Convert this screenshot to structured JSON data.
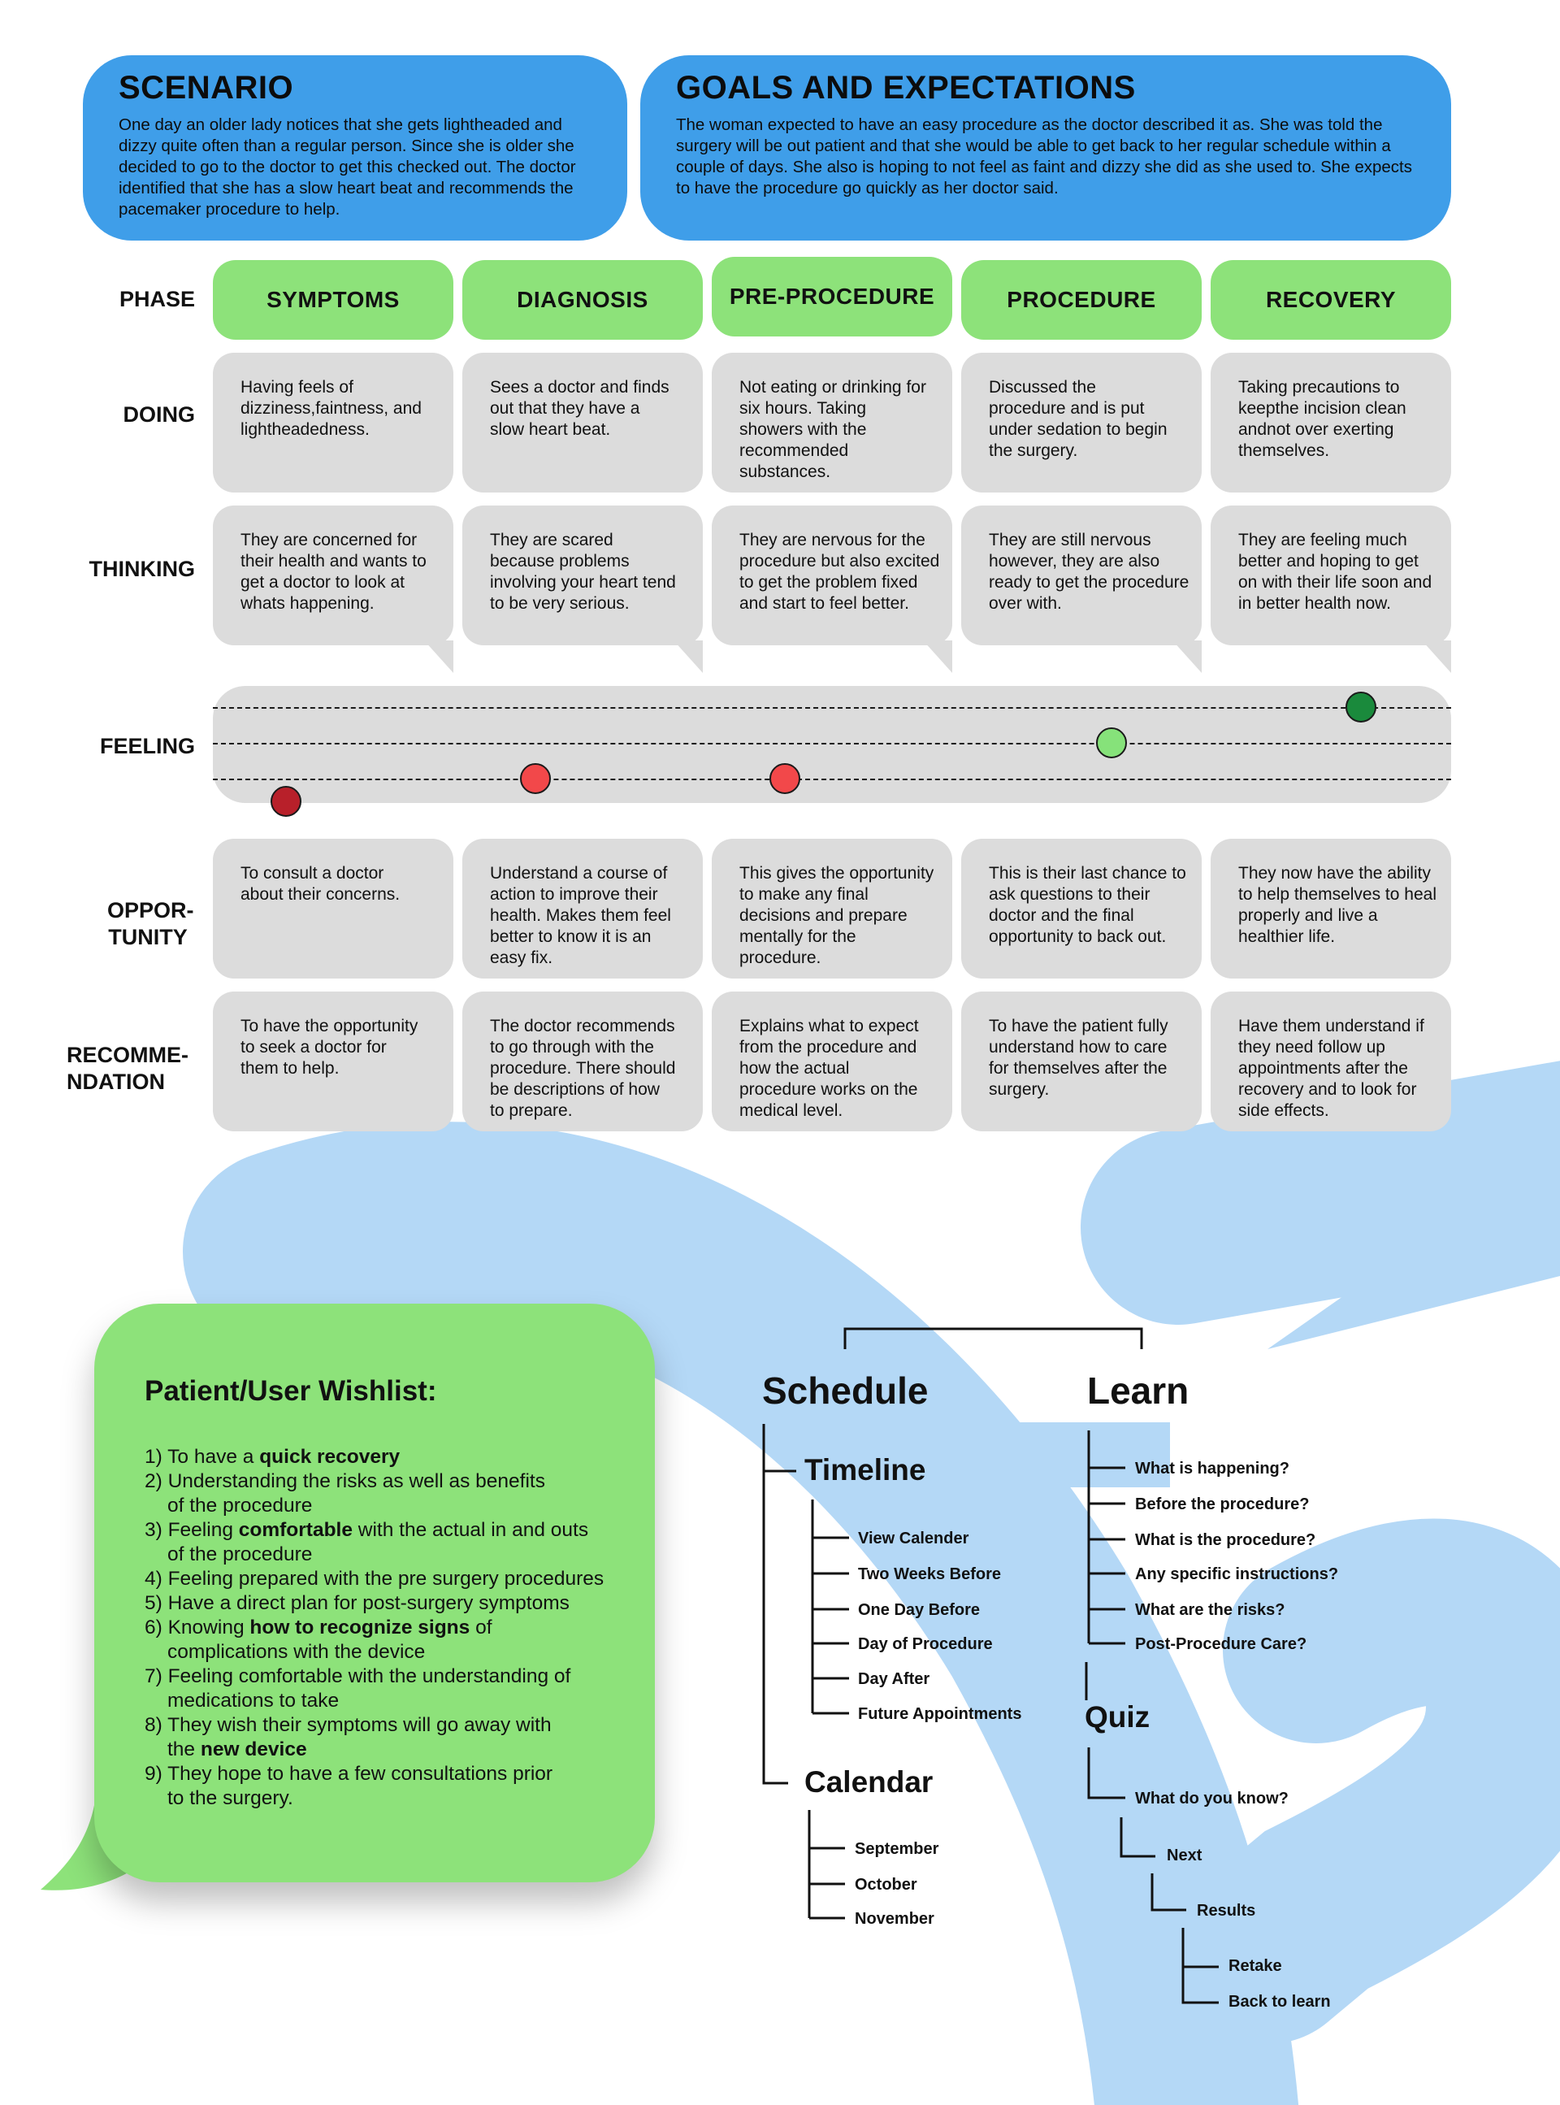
{
  "scenario": {
    "title": "SCENARIO",
    "text": "One day an older lady notices that she gets lightheaded and dizzy quite often than a regular person. Since she is older she decided to go to the doctor to get this checked out. The doctor identified that she has a slow heart beat and recommends the pacemaker procedure to help."
  },
  "goals": {
    "title": "GOALS AND EXPECTATIONS",
    "text": "The woman expected to have an easy procedure as the doctor described it as. She was told the surgery will be out patient and that she would be able to get back to her regular schedule within a couple of days. She also is hoping to not feel as faint and dizzy she did as she used to. She expects to have the procedure go quickly as her doctor said."
  },
  "row_labels": {
    "phase": "PHASE",
    "doing": "DOING",
    "thinking": "THINKING",
    "feeling": "FEELING",
    "opportunity_1": "OPPOR-",
    "opportunity_2": "TUNITY",
    "recommendation_1": "RECOMME-",
    "recommendation_2": "NDATION"
  },
  "phases": [
    "SYMPTOMS",
    "DIAGNOSIS",
    "PRE-PROCEDURE",
    "PROCEDURE",
    "RECOVERY"
  ],
  "doing": [
    "Having feels of dizziness,faintness, and lightheadedness.",
    "Sees a doctor and finds out that they have a slow heart beat.",
    "Not eating or drinking for six hours. Taking showers with the recommended substances.",
    "Discussed the procedure and is put under sedation to begin the surgery.",
    "Taking precautions to keepthe incision clean andnot over exerting themselves."
  ],
  "thinking": [
    "They are concerned for their health and wants to get a doctor to look at whats happening.",
    "They are scared because problems involving your heart tend to be very serious.",
    "They are nervous for the procedure but also excited to get the problem fixed and start to feel better.",
    "They are still nervous however, they are also ready to get the procedure over with.",
    "They are feeling much better and hoping to get on with their life soon and in better health now."
  ],
  "feeling": {
    "levels": [
      0,
      1,
      1,
      3,
      4
    ],
    "colors": [
      "#b8202a",
      "#f2484a",
      "#f2484a",
      "#86e27a",
      "#1a8a3c"
    ]
  },
  "opportunity": [
    "To consult a doctor about their concerns.",
    "Understand a course of action to improve their health. Makes them feel better to know it is an easy fix.",
    "This gives the opportunity to make any final decisions and prepare mentally for the procedure.",
    "This is their last chance to ask questions to their doctor and the final opportunity to back out.",
    "They now have the ability to help themselves to heal properly and live a healthier life."
  ],
  "recommendation": [
    "To have the opportunity to seek a doctor for them to help.",
    "The doctor recommends to go through with the procedure. There should be descriptions of how to prepare.",
    "Explains what to expect from the procedure and how the actual procedure works on the medical level.",
    "To have the patient fully understand how to care for themselves after the surgery.",
    "Have them understand if they need follow up appointments after the recovery and to look for side effects."
  ],
  "wishlist": {
    "title": "Patient/User Wishlist:",
    "items": [
      {
        "pre": "1) To have a ",
        "bold": "quick recovery",
        "post": "",
        "cont": ""
      },
      {
        "pre": "2) Understanding the risks as well as benefits",
        "bold": "",
        "post": "",
        "cont": "of the procedure"
      },
      {
        "pre": "3) Feeling ",
        "bold": "comfortable",
        "post": " with the actual in and outs",
        "cont": "of the procedure"
      },
      {
        "pre": "4) Feeling prepared with the pre surgery procedures",
        "bold": "",
        "post": "",
        "cont": ""
      },
      {
        "pre": "5) Have a direct plan for post-surgery symptoms",
        "bold": "",
        "post": "",
        "cont": ""
      },
      {
        "pre": "6) Knowing ",
        "bold": "how to recognize signs",
        "post": " of",
        "cont": "complications with the device"
      },
      {
        "pre": "7) Feeling comfortable with the understanding of",
        "bold": "",
        "post": "",
        "cont": "medications to take"
      },
      {
        "pre": "8) They wish their symptoms will go away with",
        "bold": "",
        "post": "",
        "cont_pre": "the ",
        "cont_bold": "new device"
      },
      {
        "pre": "9) They hope to have a few consultations prior",
        "bold": "",
        "post": "",
        "cont": "to the surgery."
      }
    ]
  },
  "sitemap": {
    "schedule": "Schedule",
    "learn": "Learn",
    "timeline": "Timeline",
    "timeline_items": [
      "View Calender",
      "Two Weeks Before",
      "One Day Before",
      "Day of Procedure",
      "Day After",
      "Future Appointments"
    ],
    "calendar": "Calendar",
    "calendar_items": [
      "September",
      "October",
      "November"
    ],
    "learn_items": [
      "What is happening?",
      "Before the procedure?",
      "What is the procedure?",
      "Any specific instructions?",
      "What are the risks?",
      "Post-Procedure Care?"
    ],
    "quiz": "Quiz",
    "quiz_q": "What do you know?",
    "next": "Next",
    "results": "Results",
    "retake": "Retake",
    "back": "Back to learn"
  },
  "colors": {
    "blue": "#3f9ee9",
    "green": "#8de27a",
    "grey": "#dcdcdc",
    "light_blue_bg": "#b4d8f6"
  }
}
